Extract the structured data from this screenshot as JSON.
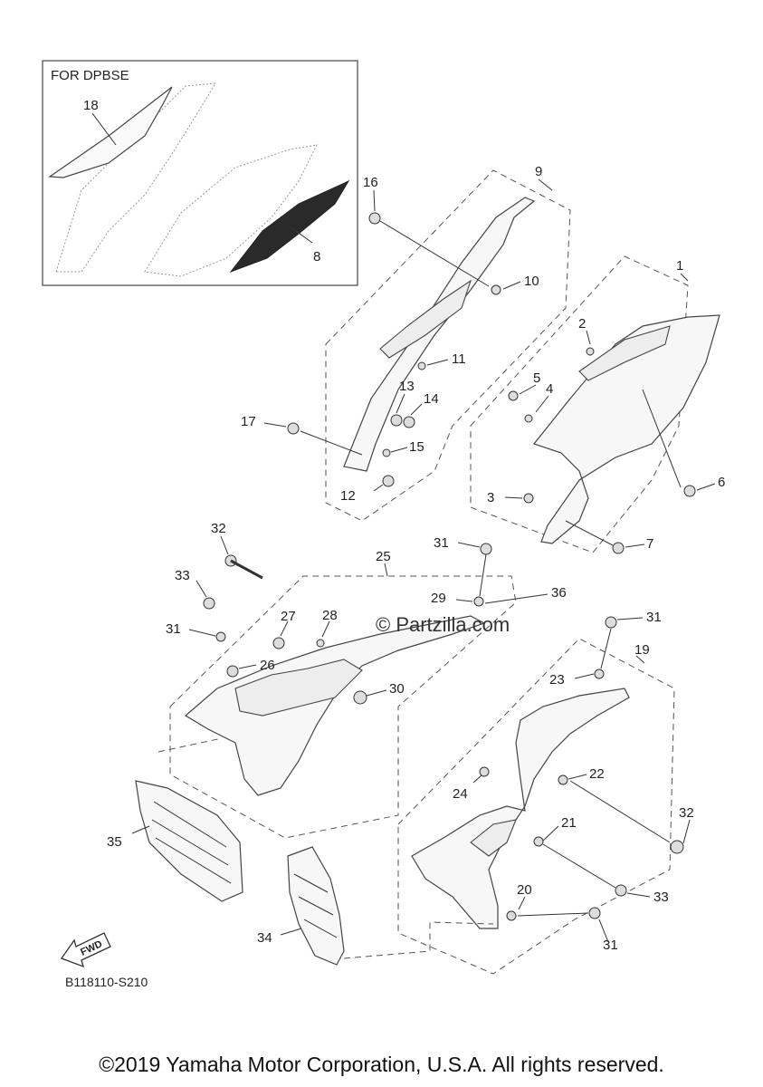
{
  "inset": {
    "title": "FOR DPBSE"
  },
  "callouts": {
    "c1": "1",
    "c2": "2",
    "c3": "3",
    "c4": "4",
    "c5": "5",
    "c6": "6",
    "c7": "7",
    "c8": "8",
    "c9": "9",
    "c10": "10",
    "c11": "11",
    "c12": "12",
    "c13": "13",
    "c14": "14",
    "c15": "15",
    "c16": "16",
    "c17": "17",
    "c18": "18",
    "c19": "19",
    "c20": "20",
    "c21": "21",
    "c22": "22",
    "c23": "23",
    "c24": "24",
    "c25": "25",
    "c26": "26",
    "c27": "27",
    "c28": "28",
    "c29": "29",
    "c30": "30",
    "c31": "31",
    "c32": "32",
    "c33": "33",
    "c34": "34",
    "c35": "35",
    "c36": "36"
  },
  "watermark": "© Partzilla.com",
  "fwd_label": "FWD",
  "diagram_code": "B118110-S210",
  "copyright": "©2019 Yamaha Motor Corporation, U.S.A. All rights reserved.",
  "colors": {
    "line": "#333333",
    "background": "#ffffff",
    "decal": "#2a2a2a"
  }
}
